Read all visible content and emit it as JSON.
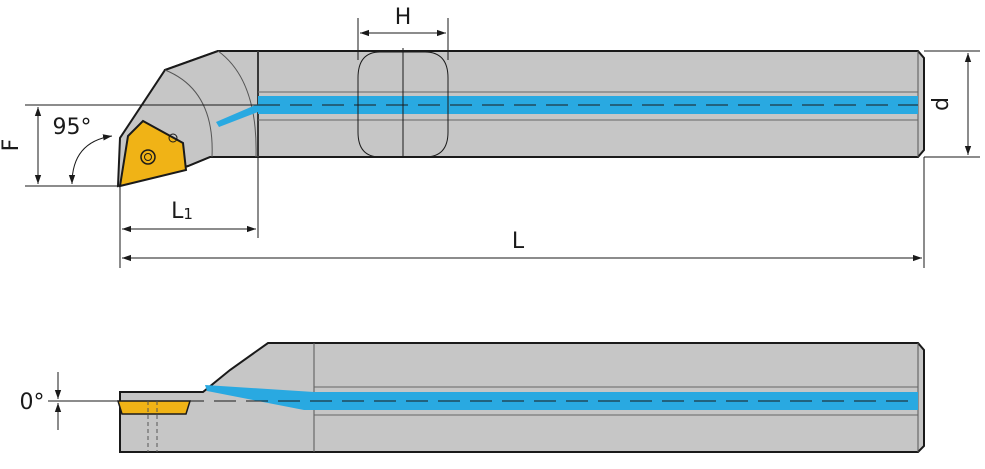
{
  "labels": {
    "H": "H",
    "d": "d",
    "F": "F",
    "angle_top": "95°",
    "L1_main": "L",
    "L1_sub": "1",
    "L": "L",
    "angle_side": "0°"
  },
  "colors": {
    "body": "#c8c8c8",
    "body_dark": "#b4b4b4",
    "coolant": "#29a9e1",
    "insert": "#f0b316",
    "insert_dark": "#b07a00",
    "outline": "#1a1a1a"
  }
}
